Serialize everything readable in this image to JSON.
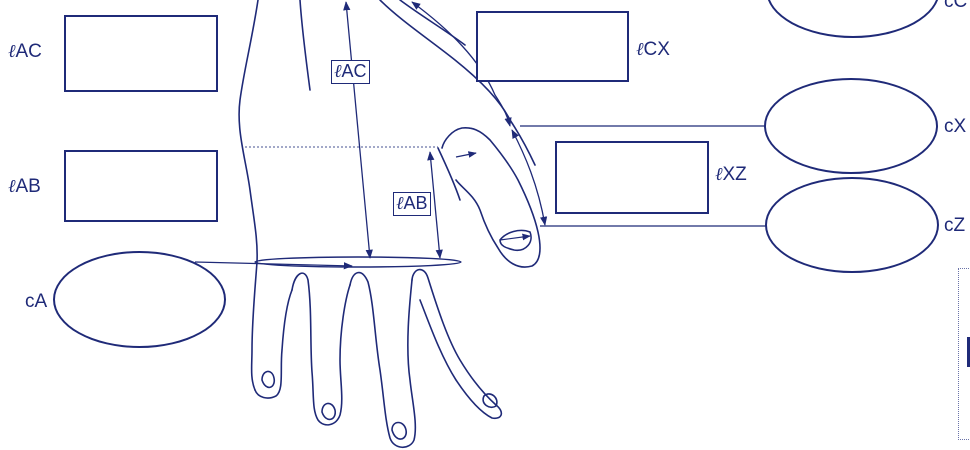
{
  "colors": {
    "ink": "#1f2a78",
    "background": "#ffffff"
  },
  "labels": {
    "lAC": {
      "prefix": "ℓ",
      "text": "AC"
    },
    "lAB": {
      "prefix": "ℓ",
      "text": "AB"
    },
    "cA": "cA",
    "lCX": {
      "prefix": "ℓ",
      "text": "CX"
    },
    "lXZ": {
      "prefix": "ℓ",
      "text": "XZ"
    },
    "cC": "cC",
    "cX": "cX",
    "cZ": "cZ"
  },
  "hand_tags": {
    "lAC": {
      "prefix": "ℓ",
      "text": "AC"
    },
    "lAB": {
      "prefix": "ℓ",
      "text": "AB"
    }
  },
  "inputs": {
    "lAC_value": "",
    "lAB_value": "",
    "cA_value": "",
    "lCX_value": "",
    "lXZ_value": "",
    "cC_value": "",
    "cX_value": "",
    "cZ_value": ""
  }
}
